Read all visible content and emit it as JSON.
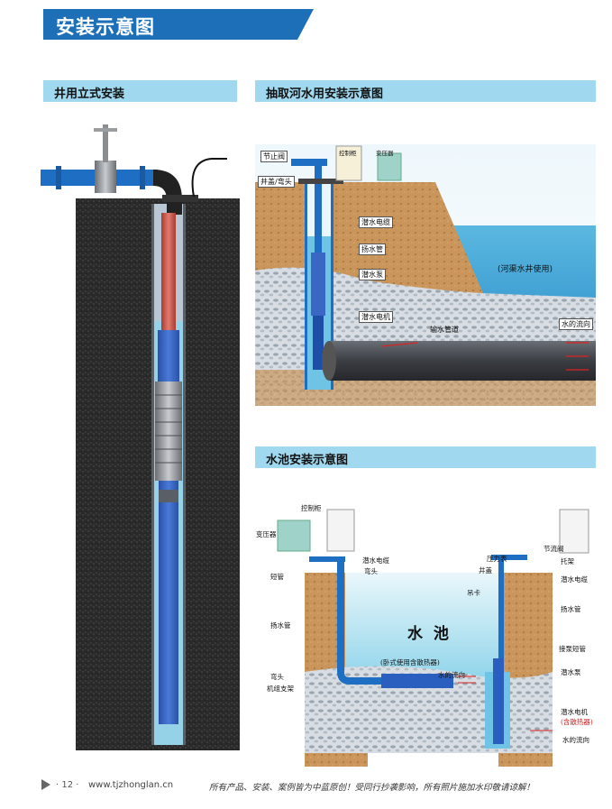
{
  "header": {
    "title": "安装示意图"
  },
  "sections": {
    "well": {
      "title": "井用立式安装"
    },
    "river": {
      "title": "抽取河水用安装示意图",
      "labels": {
        "throttle_valve": "节止阀",
        "well_cover": "井盖/弯头",
        "control_cabinet": "控制柜",
        "transformer": "变压器",
        "cable": "潜水电缆",
        "riser_pipe": "扬水管",
        "pump": "潜水泵",
        "motor": "潜水电机",
        "inlet_pipe": "输水管道",
        "flow_direction": "水的流向",
        "usage_note": "(河渠水井使用)"
      }
    },
    "pool": {
      "title": "水池安装示意图",
      "labels": {
        "control_cabinet": "控制柜",
        "transformer": "变压器",
        "cable_left": "潜水电缆",
        "elbow_top": "弯头",
        "short_pipe_left": "短管",
        "riser_left": "扬水管",
        "elbow_bottom": "弯头",
        "base_bracket": "机组支架",
        "pool_name": "水  池",
        "horizontal_note": "(卧式使用含散热器)",
        "flow_left": "水的流向",
        "pressure_gauge": "压力表",
        "throttle_valve": "节流阀",
        "bracket": "托架",
        "well_cover": "井盖",
        "clamp": "吊卡",
        "cable_right": "潜水电缆",
        "riser_right": "扬水管",
        "connect_short_pipe": "接泵短管",
        "pump": "潜水泵",
        "motor": "潜水电机",
        "heat_sink": "(含散热器)",
        "flow_right": "水的流向"
      }
    }
  },
  "footer": {
    "page_number": "· 12 ·",
    "url": "www.tjzhonglan.cn",
    "note": "所有产品、安装、案例皆为中蓝原创！受同行抄袭影响，所有照片施加水印敬请谅解！"
  },
  "colors": {
    "banner": "#1d6fb8",
    "section_bar": "#9fd8ef",
    "water": "#8fd4ea",
    "pipe": "#1e6fc4",
    "soil": "#c9955a"
  }
}
